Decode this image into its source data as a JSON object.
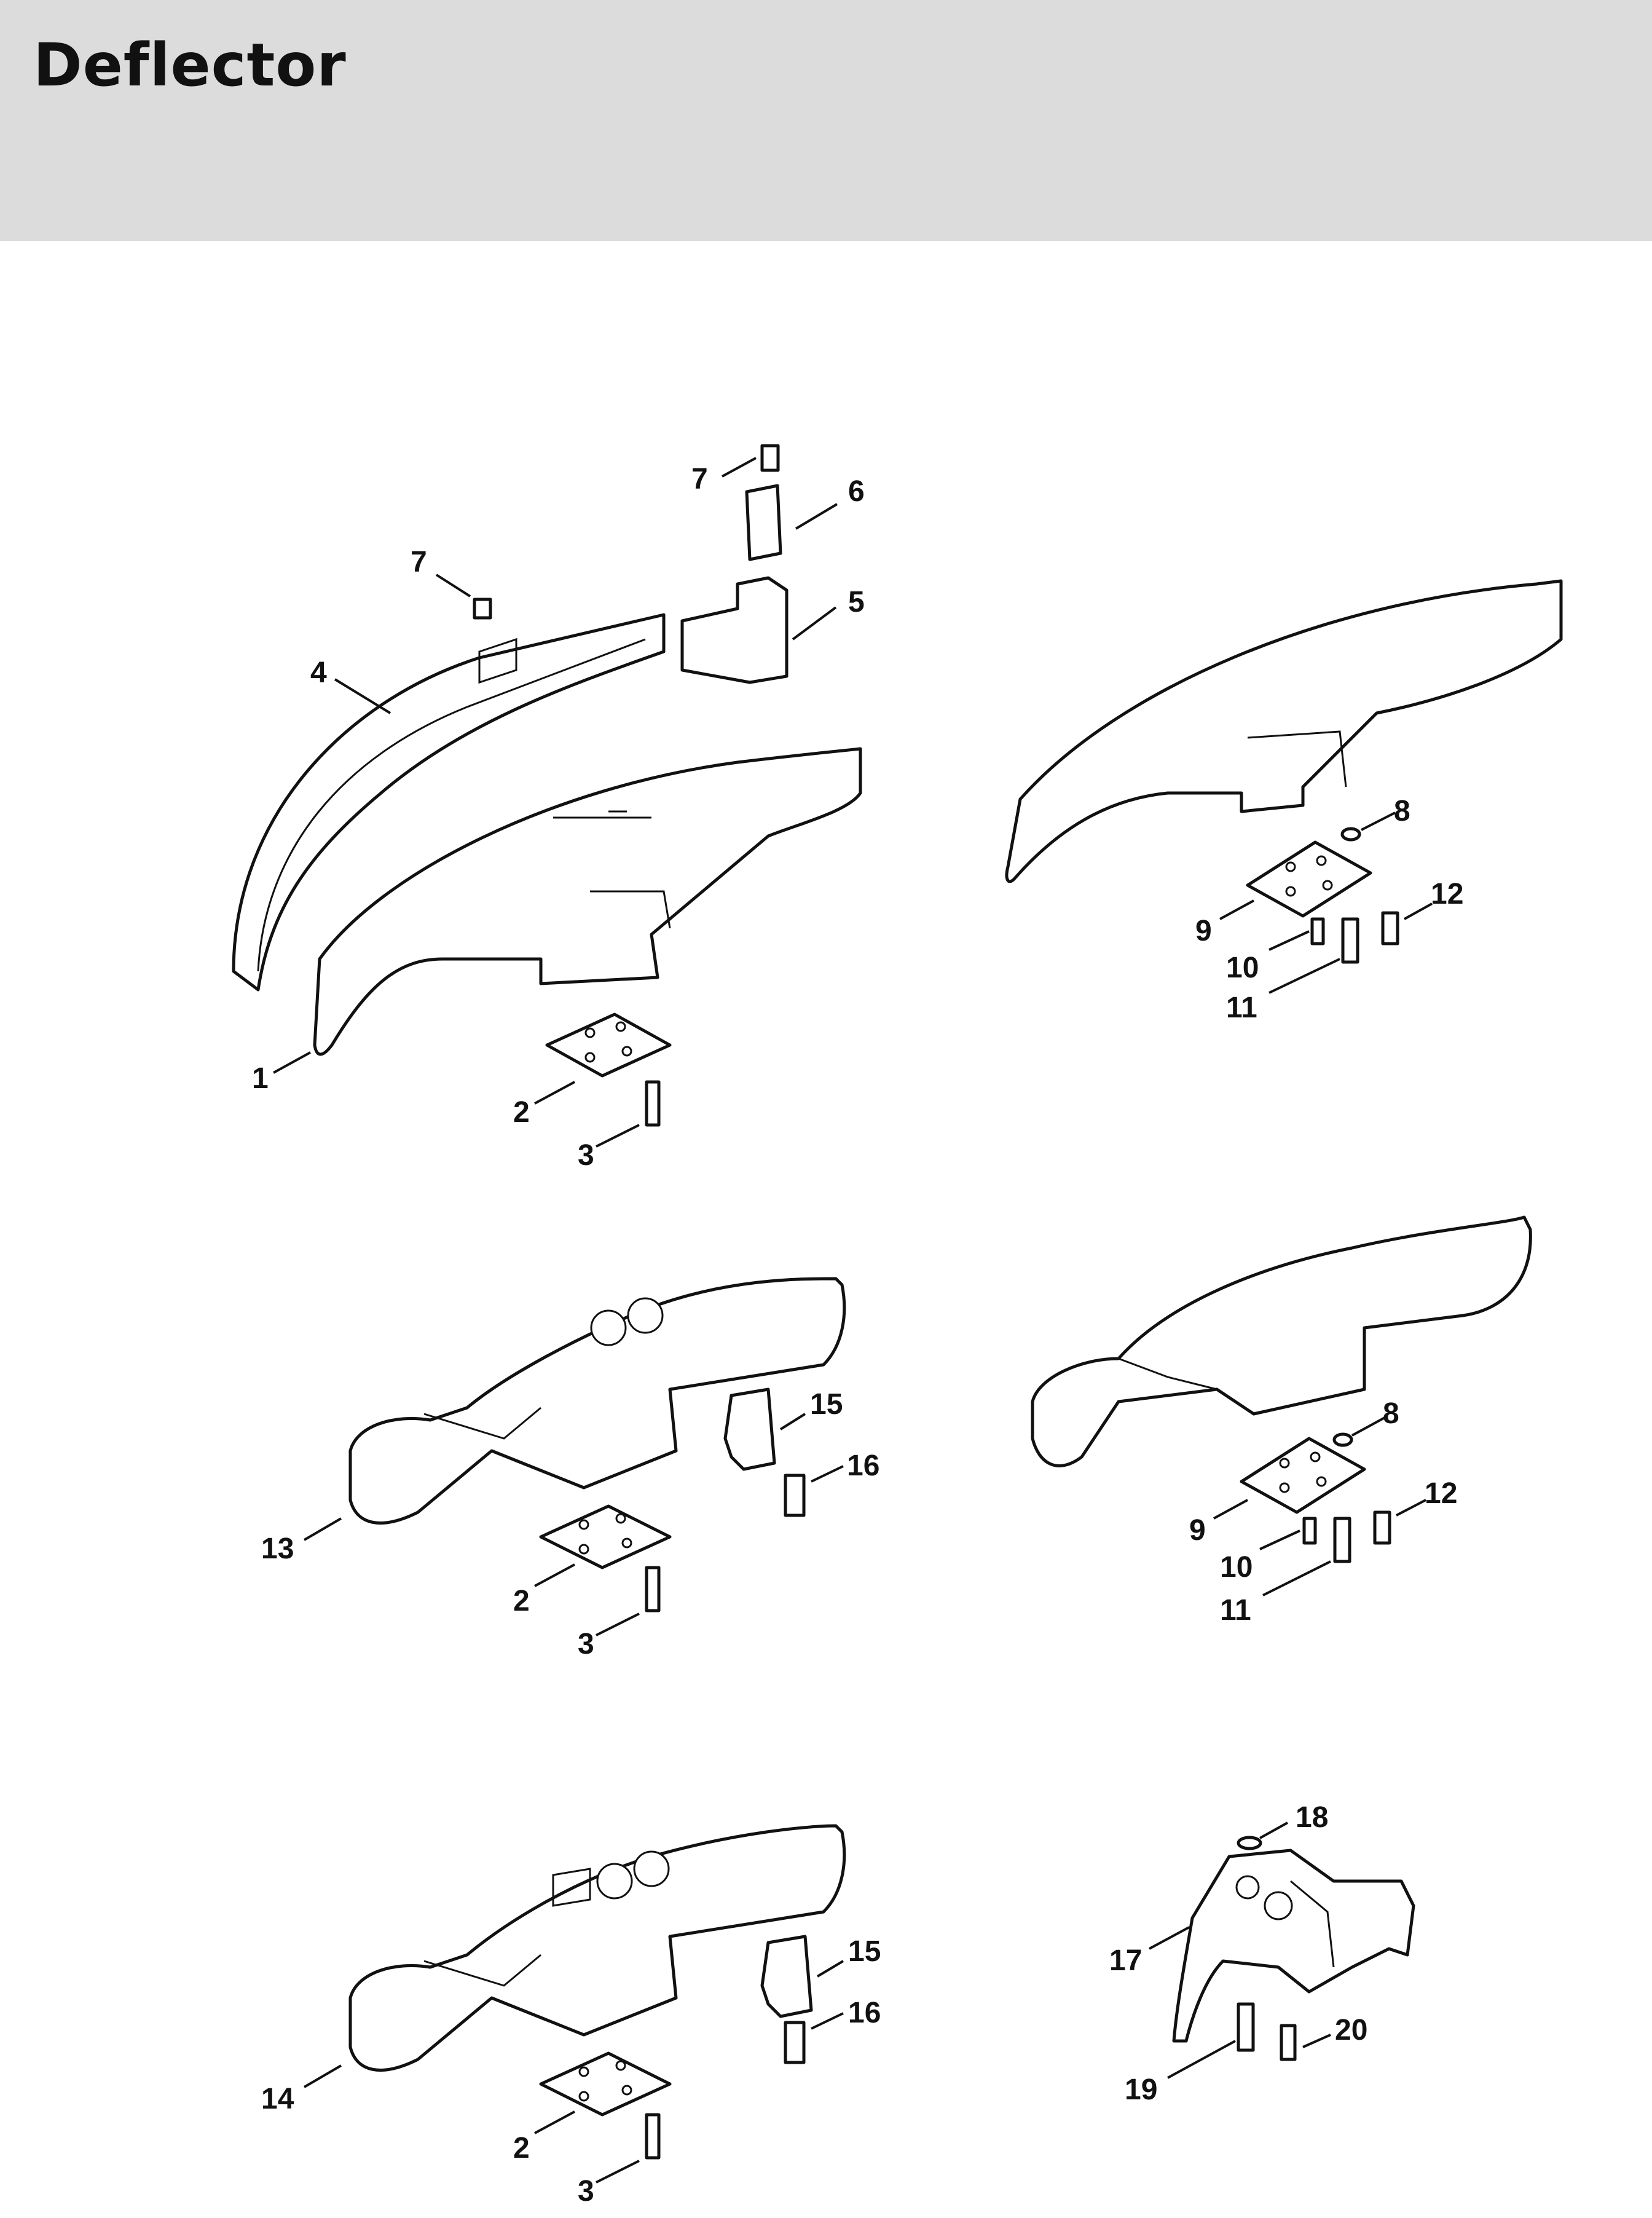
{
  "page": {
    "title": "Deflector"
  },
  "callouts": {
    "g1": {
      "c1": "1",
      "c2": "2",
      "c3": "3",
      "c4": "4",
      "c5": "5",
      "c6": "6",
      "c7a": "7",
      "c7b": "7"
    },
    "g2": {
      "c8": "8",
      "c9": "9",
      "c10": "10",
      "c11": "11",
      "c12": "12"
    },
    "g3": {
      "c13": "13",
      "c2": "2",
      "c3": "3",
      "c15": "15",
      "c16": "16"
    },
    "g4": {
      "c8": "8",
      "c9": "9",
      "c10": "10",
      "c11": "11",
      "c12": "12"
    },
    "g5": {
      "c14": "14",
      "c2": "2",
      "c3": "3",
      "c15": "15",
      "c16": "16"
    },
    "g6": {
      "c17": "17",
      "c18": "18",
      "c19": "19",
      "c20": "20"
    }
  }
}
